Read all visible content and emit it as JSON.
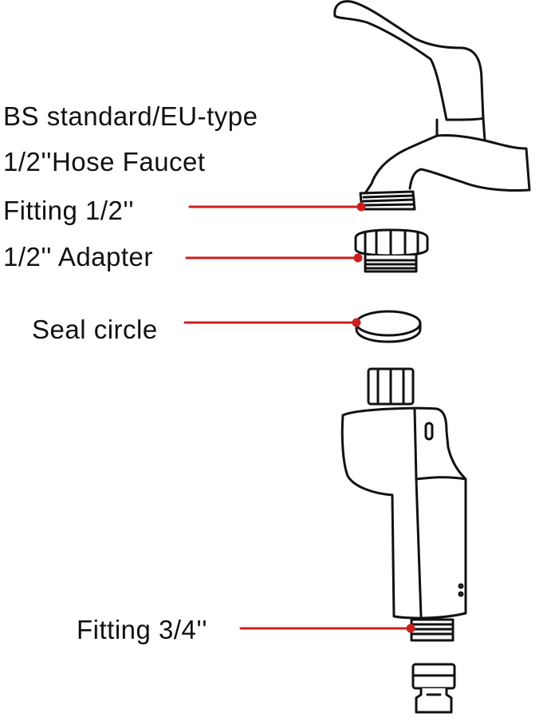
{
  "colors": {
    "leader": "#cc1f1f",
    "outline": "#111111",
    "background": "#ffffff"
  },
  "labels": {
    "standard": "BS standard/EU-type",
    "faucet": "1/2''Hose Faucet",
    "fitting_half": "Fitting 1/2''",
    "adapter": "1/2'' Adapter",
    "seal": "Seal circle",
    "fitting_three_quarter": "Fitting 3/4''"
  },
  "parts": [
    {
      "name": "hose-faucet-icon"
    },
    {
      "name": "adapter-icon"
    },
    {
      "name": "seal-circle-icon"
    },
    {
      "name": "timer-body-icon"
    },
    {
      "name": "quick-connector-icon"
    }
  ]
}
